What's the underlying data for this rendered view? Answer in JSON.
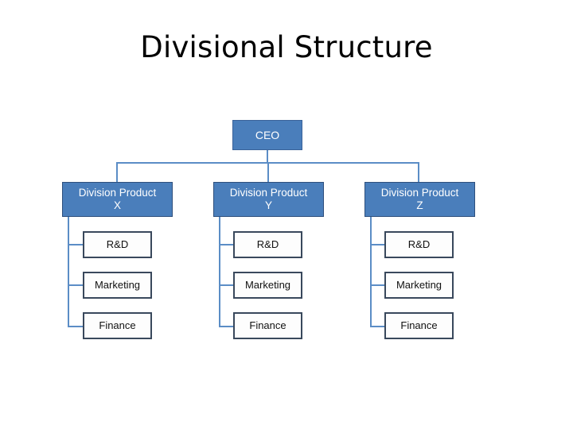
{
  "slide": {
    "title": "Divisional Structure",
    "background_color": "#ffffff"
  },
  "palette": {
    "node_fill_blue": "#4A7EBB",
    "node_border_blue": "#2E4F7C",
    "node_text_light": "#ffffff",
    "leaf_fill": "#fdfdfd",
    "leaf_border": "#39485C",
    "leaf_text": "#111111",
    "connector": "#5B8DC6",
    "title_text": "#000000"
  },
  "org_chart": {
    "root": {
      "label": "CEO"
    },
    "divisions": [
      {
        "label_line1": "Division Product",
        "label_line2": "X",
        "children": [
          {
            "label": "R&D"
          },
          {
            "label": "Marketing"
          },
          {
            "label": "Finance"
          }
        ]
      },
      {
        "label_line1": "Division Product",
        "label_line2": "Y",
        "children": [
          {
            "label": "R&D"
          },
          {
            "label": "Marketing"
          },
          {
            "label": "Finance"
          }
        ]
      },
      {
        "label_line1": "Division Product",
        "label_line2": "Z",
        "children": [
          {
            "label": "R&D"
          },
          {
            "label": "Marketing"
          },
          {
            "label": "Finance"
          }
        ]
      }
    ]
  }
}
